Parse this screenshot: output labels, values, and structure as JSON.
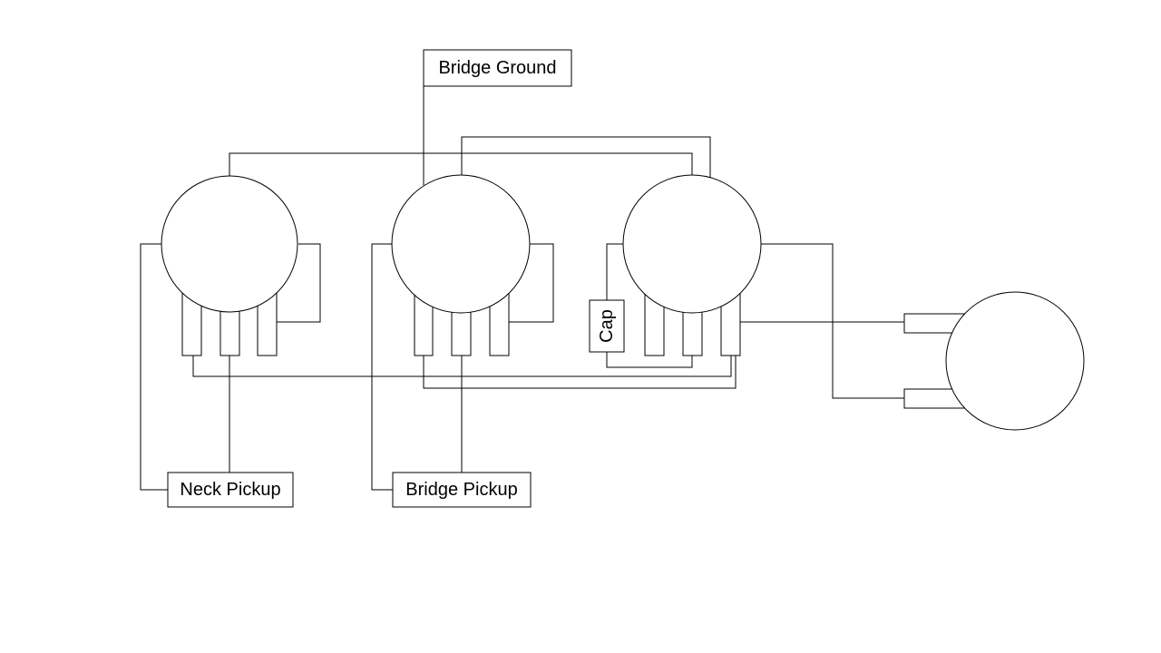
{
  "labels": {
    "bridge_ground": "Bridge Ground",
    "neck_pickup": "Neck Pickup",
    "bridge_pickup": "Bridge Pickup",
    "cap": "Cap"
  },
  "colors": {
    "line": "#000000",
    "background": "#ffffff"
  }
}
